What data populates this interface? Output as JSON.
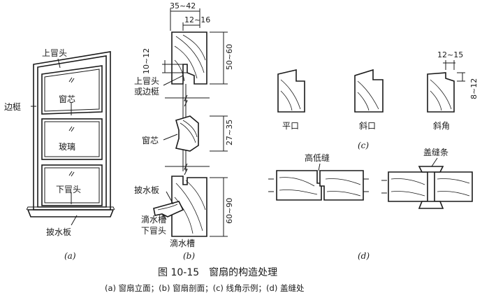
{
  "labels_a": {
    "top_rail": "上冒头",
    "stile": "边梃",
    "mullion": "窗芯",
    "glass": "玻璃",
    "bottom_rail": "下冒头",
    "drip_board": "披水板",
    "sub": "(a)"
  },
  "labels_b": {
    "dim_top_total": "35~42",
    "dim_top_inner": "12~16",
    "dim_left_top": "10~12",
    "dim_right_upper": "50~60",
    "dim_right_mid": "27~35",
    "dim_right_lower": "60~90",
    "top_rail_or_stile_1": "上冒头",
    "top_rail_or_stile_2": "或边梃",
    "mullion": "窗芯",
    "drip_board": "披水板",
    "drip_groove": "滴水槽",
    "bottom_rail": "下冒头",
    "drip_groove_bottom": "滴水槽",
    "sub": "(b)"
  },
  "labels_c": {
    "flat": "平口",
    "bevel": "斜口",
    "chamfer": "斜角",
    "dim_h": "12~15",
    "dim_v": "8~12",
    "sub": "(c)"
  },
  "labels_d": {
    "rebate_joint": "高低缝",
    "cover_strip": "盖缝条",
    "sub": "(d)"
  },
  "caption": {
    "title": "图 10-15　窗扇的构造处理",
    "subtitle": "(a) 窗扇立面；(b) 窗扇剖面；(c) 线角示例；(d) 盖缝处"
  }
}
